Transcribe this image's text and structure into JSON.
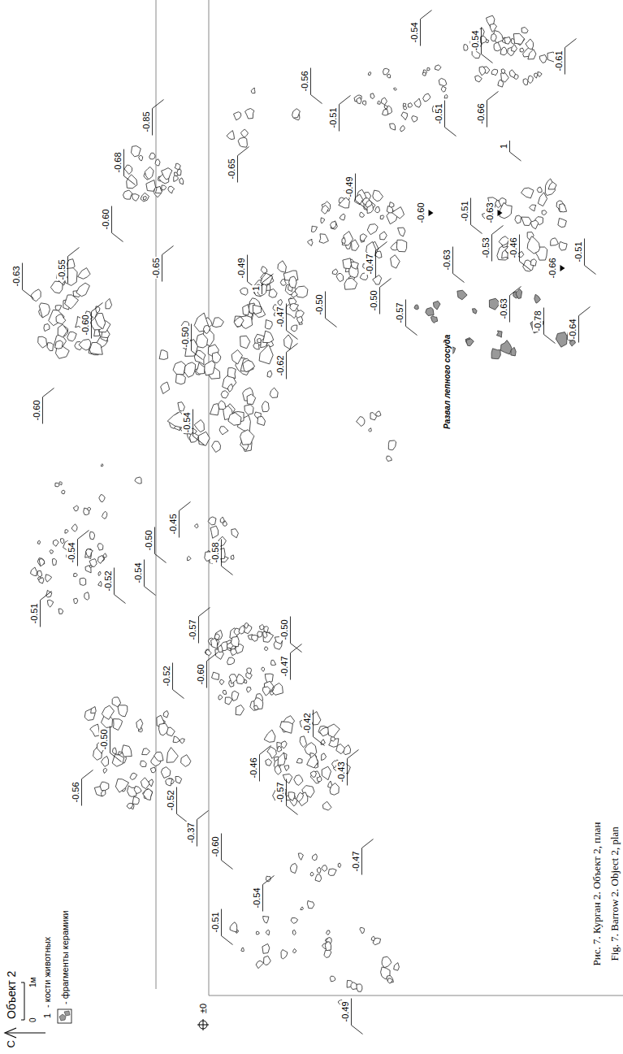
{
  "diagram": {
    "title": "Объект 2",
    "caption": "Рис. 7. Курган 2. Объект 2, план",
    "labels": [
      "С",
      "0",
      "1м",
      "1",
      "±0",
      "-0.54",
      "-0.54",
      "-0.61",
      "-0.56",
      "-0.51",
      "-0.51",
      "-0.66",
      "1",
      "-0.85",
      "-0.68",
      "-0.65",
      "-0.49",
      "-0.60",
      "-0.51",
      "-0.63",
      "-0.46",
      "-0.66",
      "-0.51",
      "-0.47",
      "-0.63",
      "-0.53",
      "-0.57",
      "-0.50",
      "-0.50",
      "-0.63",
      "-0.78",
      "-0.64",
      "-0.49",
      "1",
      "-0.47",
      "-0.65",
      "-0.60",
      "-0.55",
      "-0.63",
      "-0.60",
      "-0.50",
      "-0.62",
      "-0.54",
      "-0.60",
      "-0.50",
      "-0.45",
      "-0.58",
      "-0.54",
      "-0.52",
      "-0.51",
      "-0.54",
      "-0.57",
      "-0.52",
      "-0.60",
      "-0.50",
      "-0.47",
      "-0.42",
      "-0.43",
      "-0.50",
      "-0.56",
      "-0.52",
      "-0.37",
      "-0.60",
      "-0.46",
      "-0.57",
      "-0.54",
      "-0.51",
      "-0.47",
      "-0.49",
      "Развал лепного сосуда",
      "Fig. 7. Barrow 2. Object 2, plan"
    ],
    "legend": [
      {
        "text": "- кости животных"
      },
      {
        "text": "- фрагменты керамики"
      }
    ]
  }
}
